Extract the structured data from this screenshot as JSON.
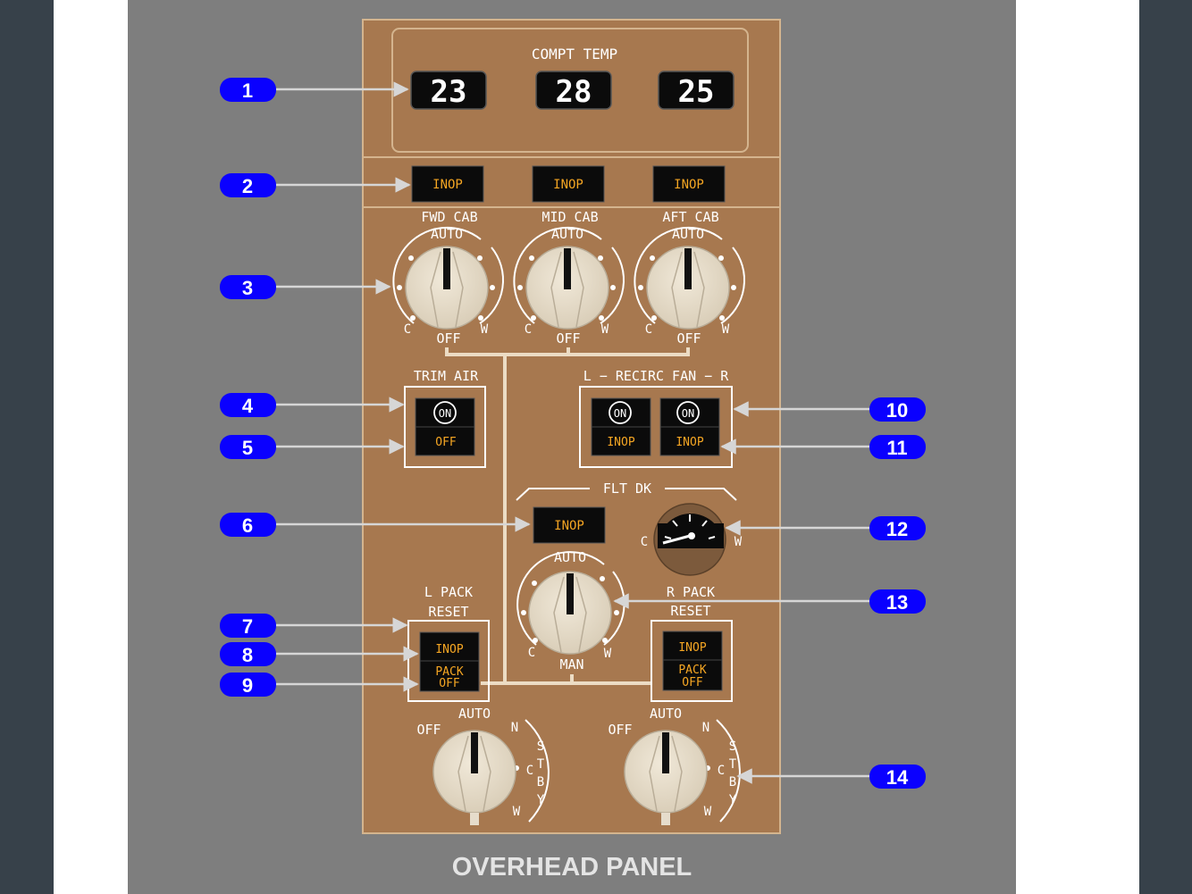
{
  "colors": {
    "outer_bg": "#37414a",
    "frame_white": "#ffffff",
    "gray_area": "#7e7e7e",
    "panel": "#a7784f",
    "panel_border": "#d4b48e",
    "knob": "#e6dccb",
    "callout_blue": "#0a00ff",
    "amber": "#f5a623",
    "display_bg": "#0b0b0b"
  },
  "compt_temp": {
    "title": "COMPT TEMP",
    "readouts": [
      "23",
      "28",
      "25"
    ],
    "inop_lights": [
      "INOP",
      "INOP",
      "INOP"
    ]
  },
  "cabin_selectors": [
    {
      "title": "FWD CAB",
      "auto": "AUTO",
      "cold": "C",
      "off": "OFF",
      "warm": "W"
    },
    {
      "title": "MID CAB",
      "auto": "AUTO",
      "cold": "C",
      "off": "OFF",
      "warm": "W"
    },
    {
      "title": "AFT CAB",
      "auto": "AUTO",
      "cold": "C",
      "off": "OFF",
      "warm": "W"
    }
  ],
  "trim_air": {
    "title": "TRIM AIR",
    "on": "ON",
    "lower": "OFF"
  },
  "recirc_fan": {
    "title": "L − RECIRC FAN − R",
    "switches": [
      {
        "on": "ON",
        "lower": "INOP"
      },
      {
        "on": "ON",
        "lower": "INOP"
      }
    ]
  },
  "flt_dk": {
    "title": "FLT DK",
    "inop": "INOP",
    "auto": "AUTO",
    "man": "MAN",
    "cold": "C",
    "warm": "W",
    "gauge_cold": "C",
    "gauge_warm": "W"
  },
  "l_pack": {
    "title_1": "L PACK",
    "title_2": "RESET",
    "inop": "INOP",
    "pack_1": "PACK",
    "pack_2": "OFF"
  },
  "r_pack": {
    "title_1": "R PACK",
    "title_2": "RESET",
    "inop": "INOP",
    "pack_1": "PACK",
    "pack_2": "OFF"
  },
  "pack_selectors": [
    {
      "off": "OFF",
      "auto": "AUTO",
      "n": "N",
      "c": "C",
      "w": "W",
      "stby": [
        "S",
        "T",
        "B",
        "Y"
      ]
    },
    {
      "off": "OFF",
      "auto": "AUTO",
      "n": "N",
      "c": "C",
      "w": "W",
      "stby": [
        "S",
        "T",
        "B",
        "Y"
      ]
    }
  ],
  "callouts": [
    "1",
    "2",
    "3",
    "4",
    "5",
    "6",
    "7",
    "8",
    "9",
    "10",
    "11",
    "12",
    "13",
    "14"
  ],
  "caption": "OVERHEAD PANEL"
}
